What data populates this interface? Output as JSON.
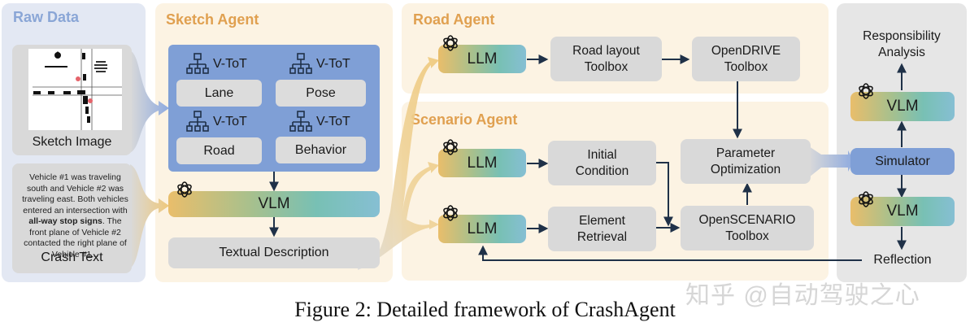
{
  "panels": {
    "raw_data": {
      "title": "Raw Data",
      "color": "#8aa6d6"
    },
    "sketch_agent": {
      "title": "Sketch Agent",
      "color": "#e0a050"
    },
    "road_agent": {
      "title": "Road Agent",
      "color": "#e0a050"
    },
    "scenario_agent": {
      "title": "Scenario Agent",
      "color": "#e0a050"
    }
  },
  "raw_data": {
    "sketch_label": "Sketch Image",
    "crash_label": "Crash Text",
    "crash_text": {
      "part1": "Vehicle #1 was traveling south and Vehicle #2 was traveling east. Both vehicles entered an intersection with ",
      "bold": "all-way stop signs",
      "part2": ". The front plane of Vehicle #2 contacted the right plane of Vehicle #1..."
    }
  },
  "sketch_agent": {
    "vtot_label": "V-ToT",
    "modules": [
      "Lane",
      "Pose",
      "Road",
      "Behavior"
    ],
    "vlm": "VLM",
    "output": "Textual Description"
  },
  "road_agent": {
    "llm": "LLM",
    "road_layout": [
      "Road layout",
      "Toolbox"
    ],
    "opendrive": [
      "OpenDRIVE",
      "Toolbox"
    ]
  },
  "scenario_agent": {
    "llm1": "LLM",
    "llm2": "LLM",
    "initial_condition": [
      "Initial",
      "Condition"
    ],
    "element_retrieval": [
      "Element",
      "Retrieval"
    ],
    "parameter_optimization": [
      "Parameter",
      "Optimization"
    ],
    "openscenario": [
      "OpenSCENARIO",
      "Toolbox"
    ]
  },
  "simulation": {
    "responsibility": [
      "Responsibility",
      "Analysis"
    ],
    "vlm_top": "VLM",
    "simulator": "Simulator",
    "vlm_bottom": "VLM",
    "reflection": "Reflection"
  },
  "caption": "Figure 2: Detailed framework of CrashAgent",
  "watermark": "知乎 @自动驾驶之心",
  "icons": {
    "openai": "openai-logo-icon",
    "tree": "hierarchy-tree-icon"
  }
}
